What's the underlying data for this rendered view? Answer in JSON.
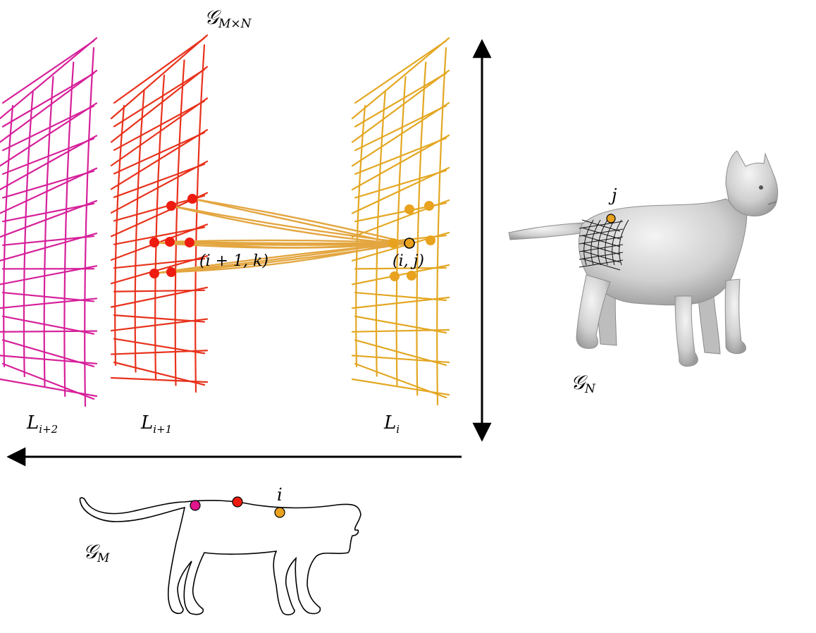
{
  "labels": {
    "product_graph": "𝒢",
    "product_graph_sub": "M×N",
    "target_graph": "𝒢",
    "target_graph_sub": "N",
    "source_graph": "𝒢",
    "source_graph_sub": "M",
    "layer_i2": "L",
    "layer_i2_sub": "i+2",
    "layer_i1": "L",
    "layer_i1_sub": "i+1",
    "layer_i": "L",
    "layer_i_sub": "i",
    "node_i1k": "(i + 1, k)",
    "node_ij": "(i, j)",
    "vertex_j": "j",
    "vertex_i": "i"
  },
  "colors": {
    "layer_i2": "#d6209a",
    "layer_i1": "#e8321c",
    "layer_i": "#e3a722",
    "edges": "#e3a640",
    "node_red": "#ee1c10",
    "node_gold": "#e8a21e",
    "node_magenta": "#e0168c",
    "cat_fill": "#d4d4d4",
    "outline": "#000000"
  },
  "icons": {
    "vertical_arrow": "double-headed-arrow-icon",
    "horizontal_arrow": "left-arrow-icon"
  }
}
